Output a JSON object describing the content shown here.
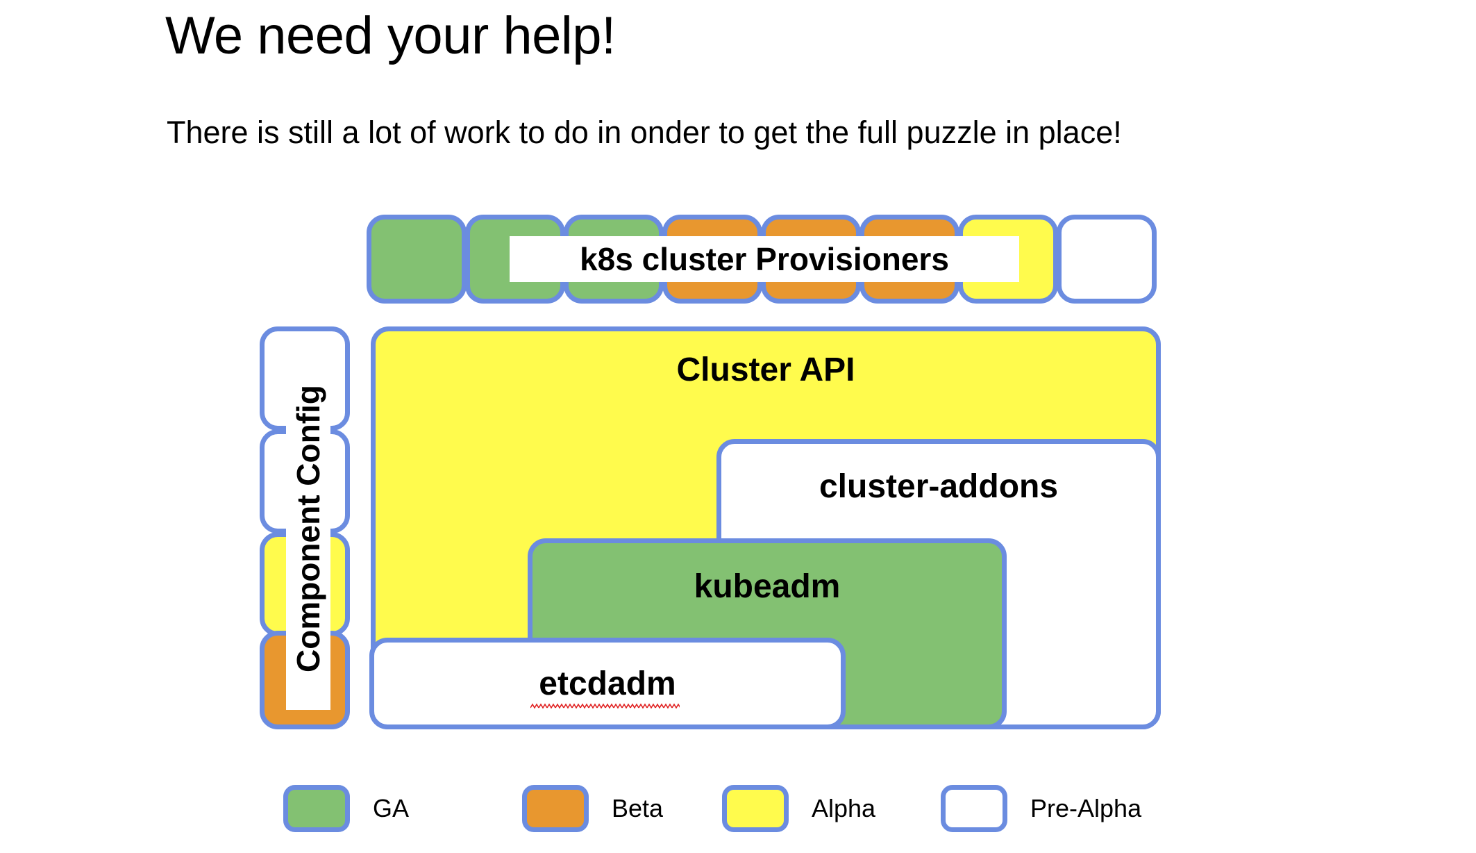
{
  "slide": {
    "title": "We need your help!",
    "subtitle": "There is still a lot of work to do in onder to get the full puzzle in place!"
  },
  "diagram": {
    "provisioner_row": {
      "label": "k8s cluster Provisioners",
      "tiles": [
        {
          "maturity": "GA"
        },
        {
          "maturity": "GA"
        },
        {
          "maturity": "GA"
        },
        {
          "maturity": "Beta"
        },
        {
          "maturity": "Beta"
        },
        {
          "maturity": "Beta"
        },
        {
          "maturity": "Alpha"
        },
        {
          "maturity": "Pre-Alpha"
        }
      ]
    },
    "component_config": {
      "label": "Component Config",
      "tiles": [
        {
          "maturity": "Pre-Alpha"
        },
        {
          "maturity": "Pre-Alpha"
        },
        {
          "maturity": "Alpha"
        },
        {
          "maturity": "Beta"
        }
      ]
    },
    "layers": [
      {
        "label": "Cluster API",
        "maturity": "Alpha"
      },
      {
        "label": "cluster-addons",
        "maturity": "Pre-Alpha"
      },
      {
        "label": "kubeadm",
        "maturity": "GA"
      },
      {
        "label": "etcdadm",
        "maturity": "Pre-Alpha",
        "misspelled": true
      }
    ]
  },
  "legend": {
    "items": [
      {
        "label": "GA",
        "color": "#83C172"
      },
      {
        "label": "Beta",
        "color": "#E8972F"
      },
      {
        "label": "Alpha",
        "color": "#FFFB4D"
      },
      {
        "label": "Pre-Alpha",
        "color": "#FFFFFF"
      }
    ]
  },
  "colors": {
    "border": "#6B8CE0",
    "ga": "#83C172",
    "beta": "#E8972F",
    "alpha": "#FFFB4D",
    "prealpha": "#FFFFFF",
    "text": "#000000",
    "spellcheck": "#E02020"
  }
}
